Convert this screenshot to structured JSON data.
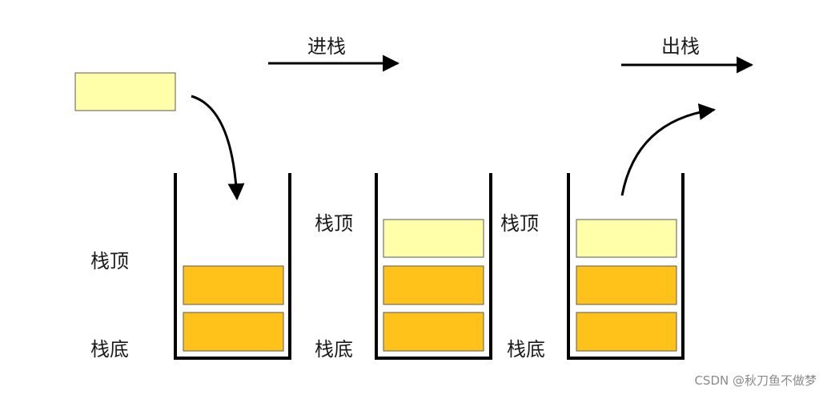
{
  "labels": {
    "push": "进栈",
    "pop": "出栈",
    "top": "栈顶",
    "bottom": "栈底"
  },
  "colors": {
    "new_element": "#FFFFAA",
    "stack_element": "#FFC21A",
    "line": "#000000"
  },
  "watermark": "CSDN @秋刀鱼不做梦"
}
